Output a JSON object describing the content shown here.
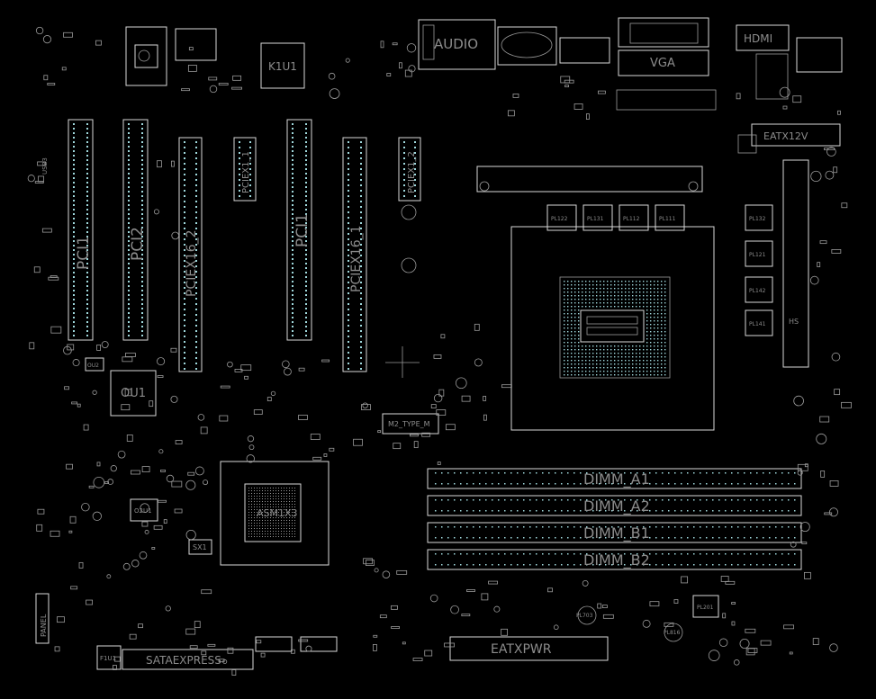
{
  "board": {
    "background": "#000000",
    "outline_color": "#d8d8d8",
    "pin_color": "#9fd8dc",
    "label_color": "#8c8c8c"
  },
  "labels": {
    "audio": "AUDIO",
    "k1u1": "K1U1",
    "vga": "VGA",
    "hdmi": "HDMI",
    "eatx12v": "EATX12V",
    "pci1": "PCI1",
    "pci2": "PCI2",
    "pcie16_2": "PCIEX16_2",
    "pcie1_1": "PCIEX1_1",
    "pci_mid": "PCI1",
    "pcie16_1": "PCIEX16_1",
    "pcie1_2": "PCIEX1_2",
    "ou1": "OU1",
    "ou2": "OU2",
    "o2u1": "O2U1",
    "m2": "M2_TYPE_M",
    "pch": "ASM1X3",
    "dimm_a1": "DIMM_A1",
    "dimm_a2": "DIMM_A2",
    "dimm_b1": "DIMM_B1",
    "dimm_b2": "DIMM_B2",
    "eatxpwr": "EATXPWR",
    "sataexpress": "SATAEXPRESS",
    "panel": "PANEL",
    "f1u1": "F1U1",
    "sx1": "SX1",
    "pl122": "PL122",
    "pl131": "PL131",
    "pl112": "PL112",
    "pl111": "PL111",
    "pl132": "PL132",
    "pl121": "PL121",
    "pl142": "PL142",
    "pl141": "PL141",
    "pl201": "PL201",
    "pl703": "PL703",
    "pl816": "PL816",
    "hs": "HS",
    "usb3": "USB3"
  }
}
